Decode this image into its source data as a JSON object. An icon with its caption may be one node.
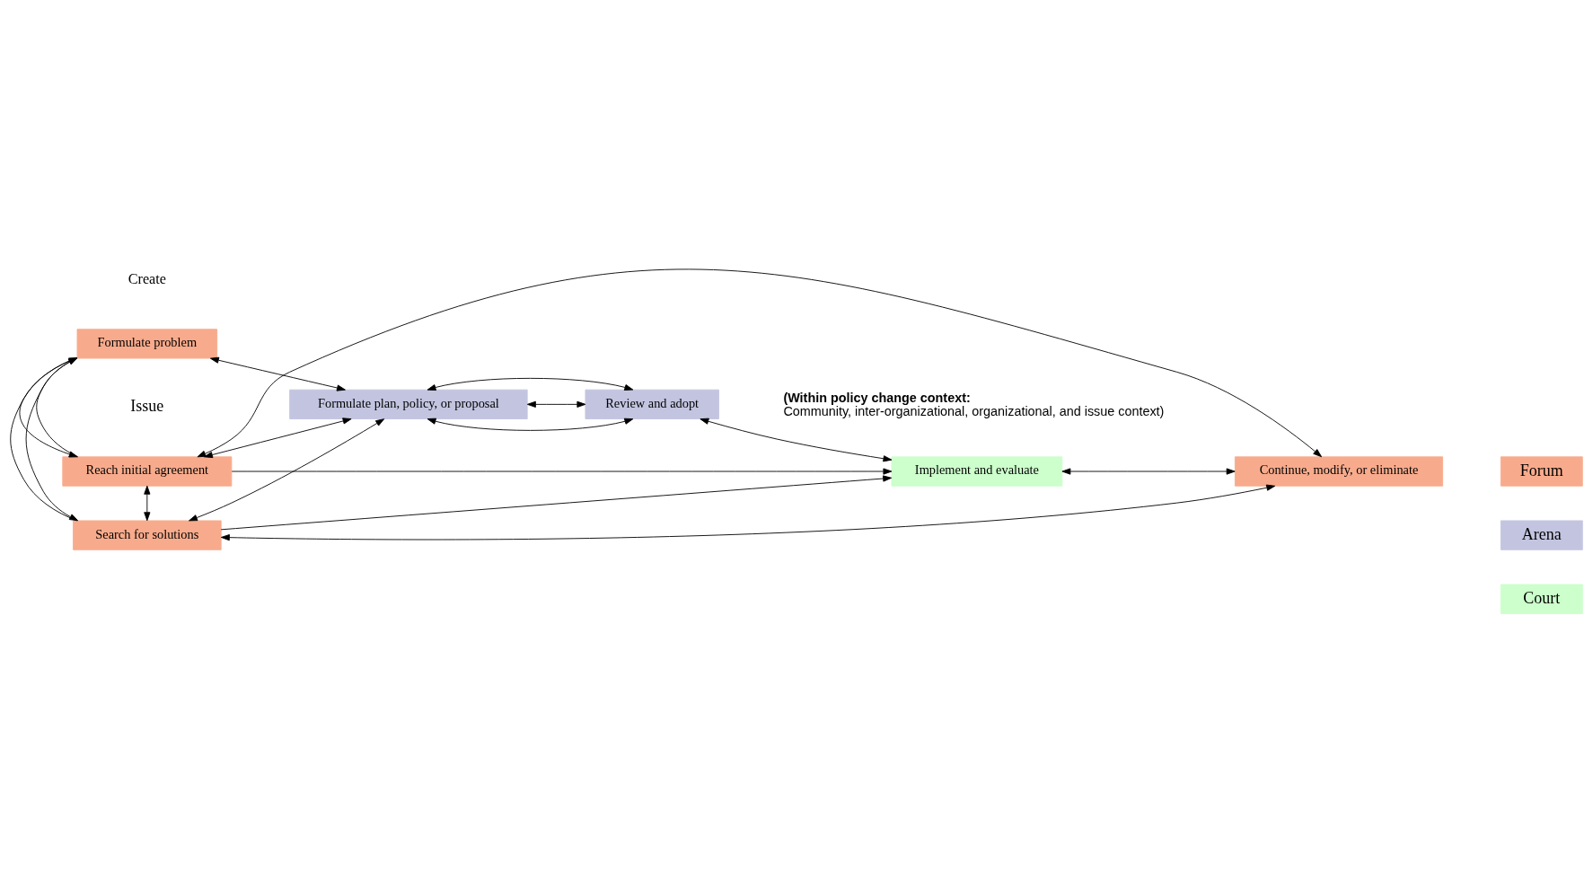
{
  "diagram": {
    "nodes": [
      {
        "text": [
          "Reach initial agreement"
        ]
      },
      {
        "text": [
          "Formulate problem"
        ]
      },
      {
        "text": [
          "Search for solutions"
        ]
      },
      {
        "text": [
          "Formulate plan, policy, or proposal"
        ]
      },
      {
        "text": [
          "Review and adopt"
        ]
      },
      {
        "text": [
          "Implement and evaluate"
        ]
      },
      {
        "text": [
          "Continue, modify, or eliminate"
        ]
      }
    ],
    "edges": [
      {
        "from": 0,
        "to": 2,
        "arrow": "both"
      },
      {
        "from": 0,
        "to": 1,
        "arrow": "to"
      },
      {
        "from": 1,
        "to": 0,
        "arrow": "to"
      },
      {
        "from": 1,
        "to": 2,
        "arrow": "to"
      },
      {
        "from": 2,
        "to": 1,
        "arrow": "to"
      },
      {
        "from": 1,
        "to": 3,
        "arrow": "both"
      },
      {
        "from": 3,
        "to": 4,
        "arrow": "both"
      },
      {
        "from": 4,
        "to": 5,
        "arrow": "both"
      },
      {
        "from": 5,
        "to": 6,
        "arrow": "both"
      },
      {
        "from": 0,
        "to": 3,
        "arrow": "both"
      },
      {
        "from": 2,
        "to": 3,
        "arrow": "both"
      },
      {
        "from": 3,
        "to": 4,
        "arrow": "both"
      },
      {
        "from": 3,
        "to": 4,
        "arrow": "both"
      },
      {
        "from": 0,
        "to": 6,
        "arrow": "both"
      },
      {
        "from": 0,
        "to": 5,
        "arrow": "to"
      },
      {
        "from": 2,
        "to": 6,
        "arrow": "both"
      },
      {
        "from": 2,
        "to": 5,
        "arrow": "to"
      }
    ],
    "labels": [
      "Create",
      "Issue",
      "(Within policy change context:",
      "Community, inter-organizational, organizational, and issue context)"
    ],
    "legend": [
      {
        "text": "Forum",
        "color": "#f8ab8c"
      },
      {
        "text": "Arena",
        "color": "#c3c5e0"
      },
      {
        "text": "Court",
        "color": "#ccffcc"
      }
    ]
  }
}
